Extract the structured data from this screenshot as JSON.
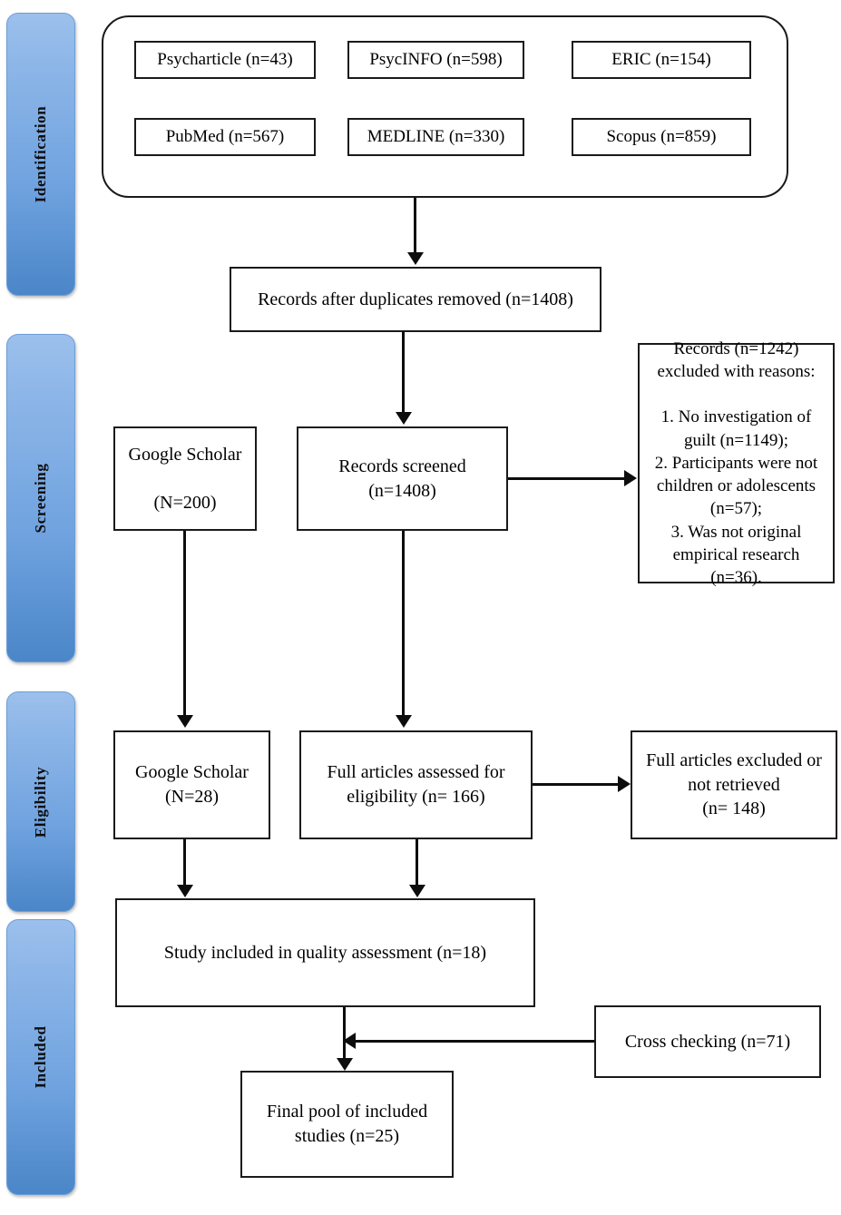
{
  "diagram": {
    "title": "PRISMA flow diagram",
    "stages": [
      {
        "id": "identification",
        "label": "Identification"
      },
      {
        "id": "screening",
        "label": "Screening"
      },
      {
        "id": "eligibility",
        "label": "Eligibility"
      },
      {
        "id": "included",
        "label": "Included"
      }
    ],
    "sources": [
      {
        "id": "psycharticle",
        "label": "Psycharticle (n=43)"
      },
      {
        "id": "psycinfo",
        "label": "PsycINFO (n=598)"
      },
      {
        "id": "eric",
        "label": "ERIC (n=154)"
      },
      {
        "id": "pubmed",
        "label": "PubMed (n=567)"
      },
      {
        "id": "medline",
        "label": "MEDLINE (n=330)"
      },
      {
        "id": "scopus",
        "label": "Scopus (n=859)"
      }
    ],
    "nodes": {
      "duplicates_removed": "Records after duplicates removed (n=1408)",
      "google_scholar_screening": "Google Scholar\n\n(N=200)",
      "records_screened": "Records screened\n(n=1408)",
      "records_excluded": "Records (n=1242)\nexcluded with reasons:\n\n1. No investigation of\nguilt (n=1149);\n2. Participants were not\nchildren or adolescents\n(n=57);\n3. Was not original\nempirical research\n(n=36).",
      "google_scholar_eligibility": "Google Scholar\n(N=28)",
      "full_articles_assessed": "Full articles assessed for\neligibility (n= 166)",
      "full_articles_excluded": "Full articles excluded or\nnot retrieved\n(n= 148)",
      "quality_assessment": "Study included in quality assessment (n=18)",
      "cross_checking": "Cross checking (n=71)",
      "final_pool": "Final pool of included\nstudies (n=25)"
    },
    "colors": {
      "tab_gradient_top": "#9CC0EC",
      "tab_gradient_bottom": "#4A86C8",
      "box_border": "#1a1a1a",
      "connector": "#0d0d0d",
      "background": "#ffffff"
    }
  }
}
